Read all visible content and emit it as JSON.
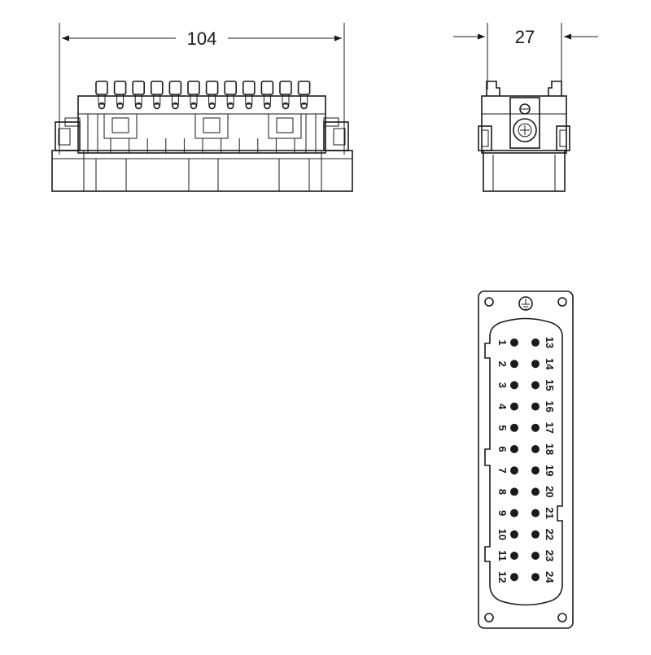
{
  "dimensions": {
    "width_label": "104",
    "depth_label": "27"
  },
  "pins": {
    "left_column": [
      "1",
      "2",
      "3",
      "4",
      "5",
      "6",
      "7",
      "8",
      "9",
      "10",
      "11",
      "12"
    ],
    "right_column": [
      "13",
      "14",
      "15",
      "16",
      "17",
      "18",
      "19",
      "20",
      "21",
      "22",
      "23",
      "24"
    ]
  }
}
